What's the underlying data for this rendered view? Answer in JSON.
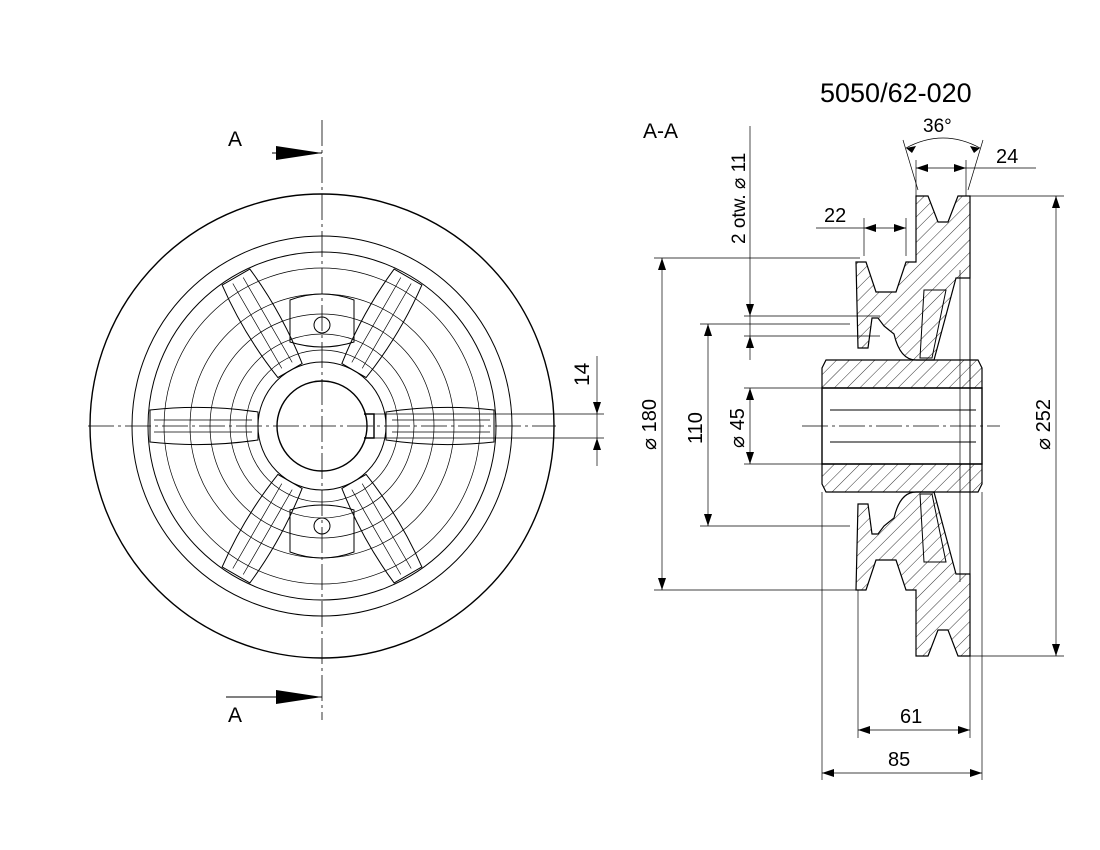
{
  "drawing": {
    "part_number": "5050/62-020",
    "section_label": "A-A",
    "cut_marker_top": "A",
    "cut_marker_bottom": "A"
  },
  "dimensions": {
    "keyway_width": "14",
    "outer_diameter": "⌀ 252",
    "hub_flange_diameter": "⌀ 180",
    "hole_pitch": "110",
    "bore_diameter": "⌀ 45",
    "groove_angle": "36°",
    "groove_width": "24",
    "small_groove_offset": "22",
    "holes_note": "2 otw. ⌀ 11",
    "width_61": "61",
    "width_85": "85"
  }
}
